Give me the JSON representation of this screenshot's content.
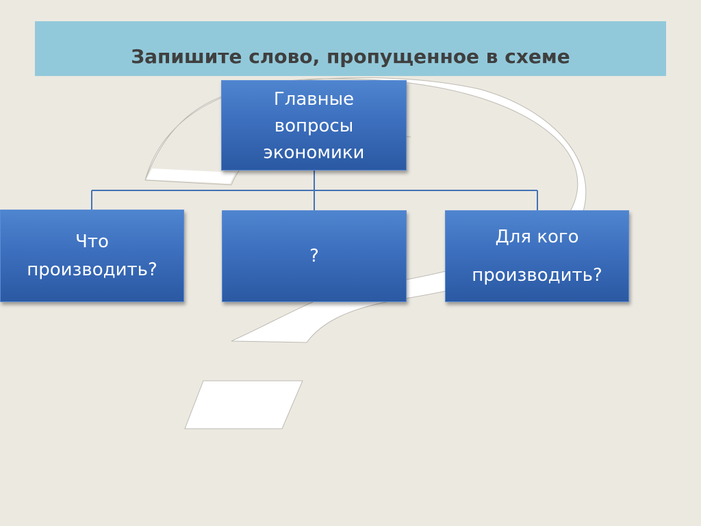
{
  "title": "Запишите слово, пропущенное в схеме",
  "diagram": {
    "root": {
      "line1": "Главные",
      "line2": "вопросы",
      "line3": "экономики"
    },
    "children": [
      {
        "line1": "Что",
        "line2": "производить?"
      },
      {
        "line1": "?"
      },
      {
        "line1": "Для кого",
        "line2": "производить?"
      }
    ]
  },
  "colors": {
    "background": "#ECE9E1",
    "title_bar": "#92C9DA",
    "title_text": "#3F3F3F",
    "box_fill": "#3C6FBE",
    "box_text": "#FFFFFF",
    "connector": "#4472B4"
  },
  "decoration": "question-mark-icon"
}
